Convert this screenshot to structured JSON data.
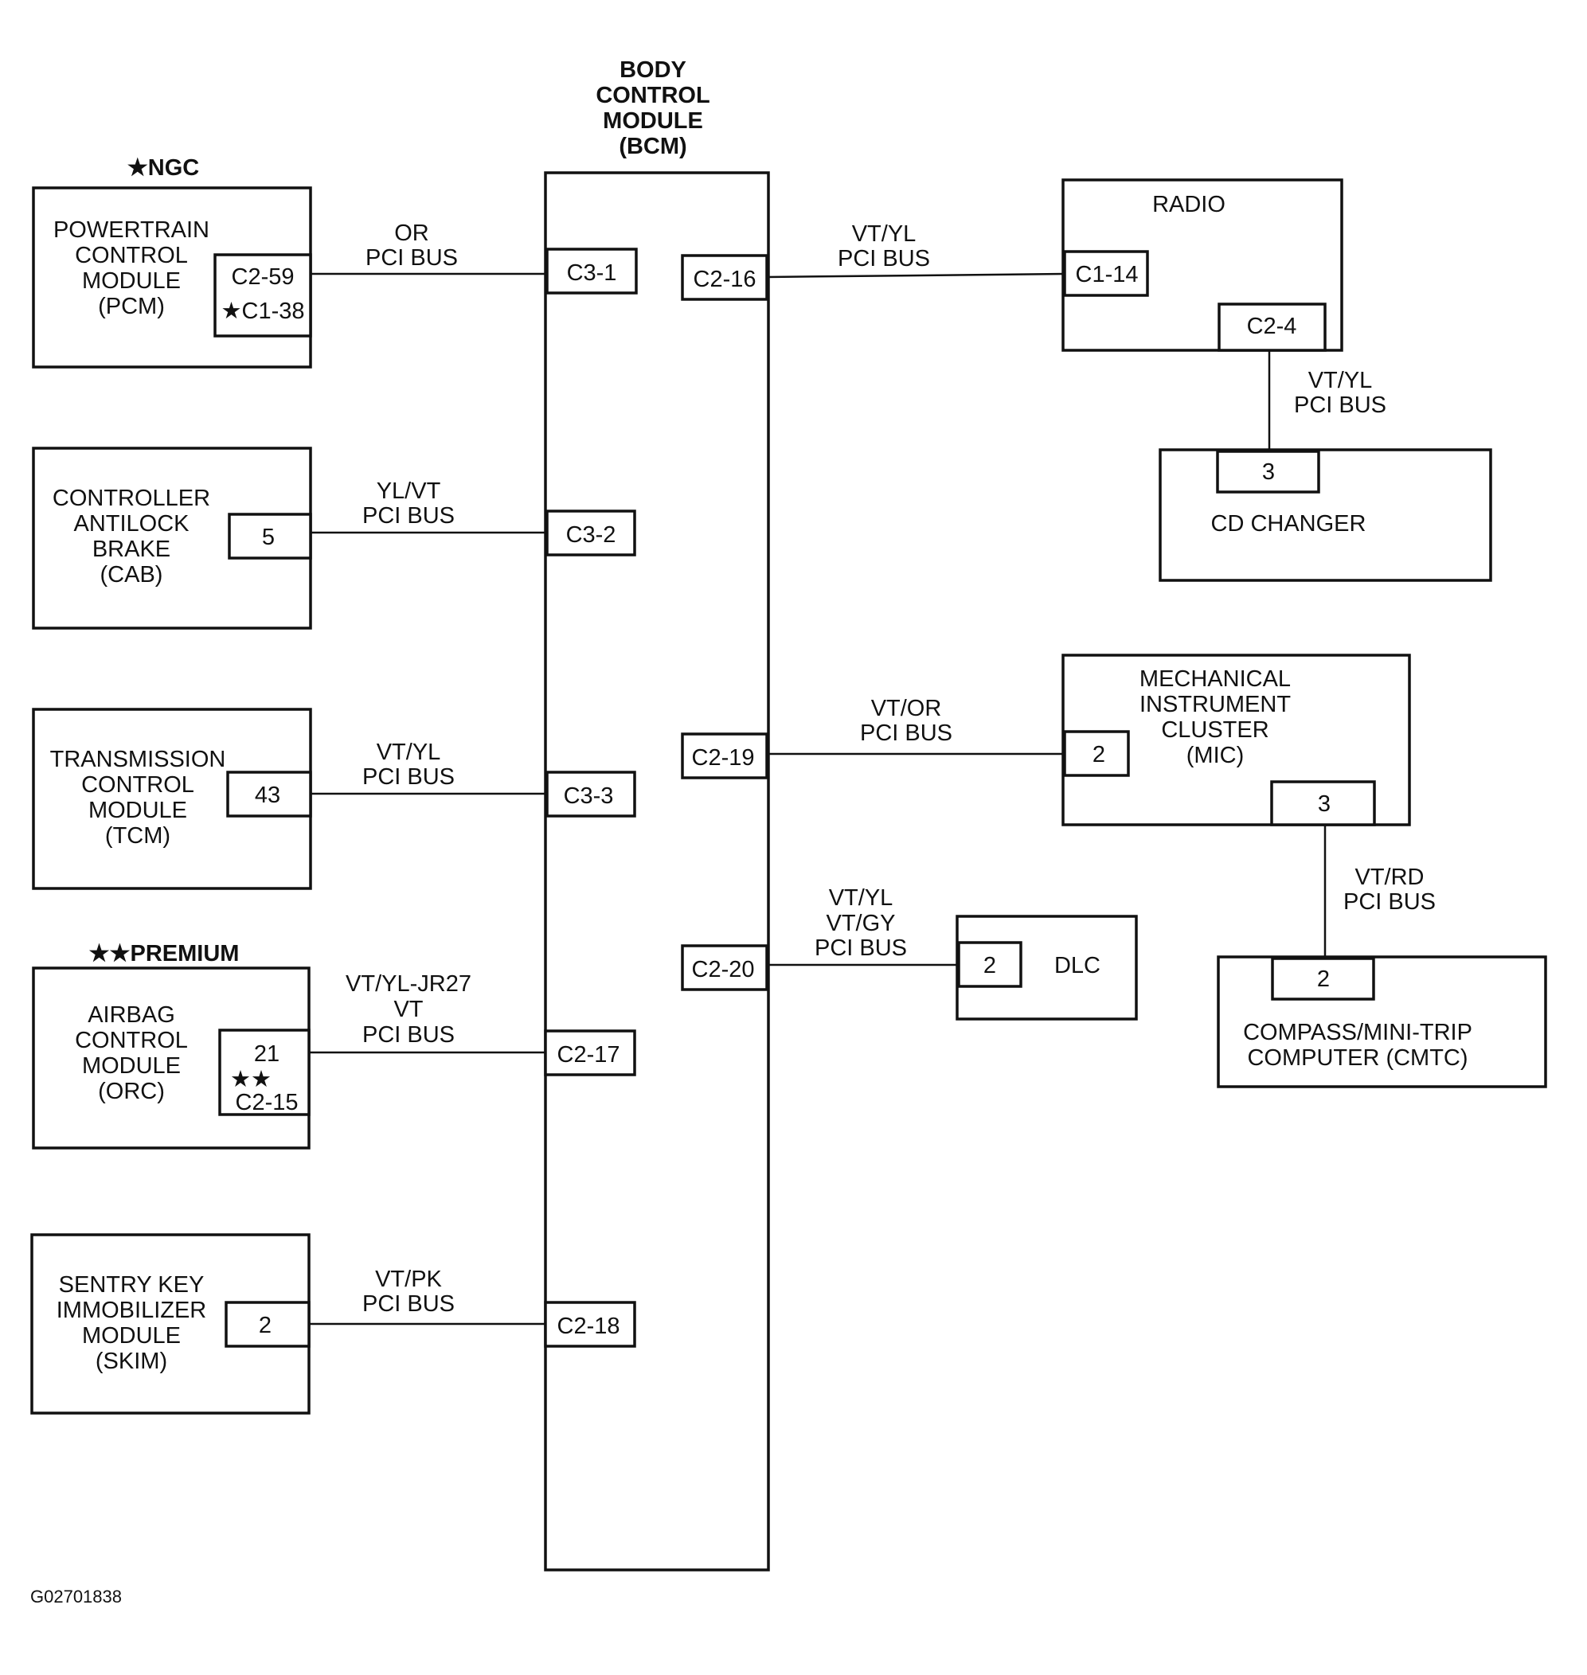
{
  "bcm": {
    "title": [
      "BODY",
      "CONTROL",
      "MODULE",
      "(BCM)"
    ]
  },
  "notes": {
    "ngc": "★NGC",
    "premium": "★★PREMIUM"
  },
  "figure_id": "G02701838",
  "modules": {
    "pcm": {
      "label": [
        "POWERTRAIN",
        "CONTROL",
        "MODULE",
        "(PCM)"
      ],
      "pins": [
        "C2-59",
        "★C1-38"
      ]
    },
    "cab": {
      "label": [
        "CONTROLLER",
        "ANTILOCK",
        "BRAKE",
        "(CAB)"
      ],
      "pin": "5"
    },
    "tcm": {
      "label": [
        "TRANSMISSION",
        "CONTROL",
        "MODULE",
        "(TCM)"
      ],
      "pin": "43"
    },
    "orc": {
      "label": [
        "AIRBAG",
        "CONTROL",
        "MODULE",
        "(ORC)"
      ],
      "pins": [
        "21",
        "★★",
        "C2-15"
      ]
    },
    "skim": {
      "label": [
        "SENTRY KEY",
        "IMMOBILIZER",
        "MODULE",
        "(SKIM)"
      ],
      "pin": "2"
    },
    "radio": {
      "label": "RADIO",
      "pins": [
        "C1-14",
        "C2-4"
      ]
    },
    "cd": {
      "label": "CD CHANGER",
      "pin": "3"
    },
    "mic": {
      "label": [
        "MECHANICAL",
        "INSTRUMENT",
        "CLUSTER",
        "(MIC)"
      ],
      "pins": [
        "2",
        "3"
      ]
    },
    "dlc": {
      "label": "DLC",
      "pin": "2"
    },
    "cmtc": {
      "label": [
        "COMPASS/MINI-TRIP",
        "COMPUTER (CMTC)"
      ],
      "pin": "2"
    }
  },
  "bcm_pins": {
    "left": [
      "C3-1",
      "C3-2",
      "C3-3",
      "C2-17",
      "C2-18"
    ],
    "right": [
      "C2-16",
      "C2-19",
      "C2-20"
    ]
  },
  "wires": {
    "pcm": [
      "OR",
      "PCI BUS"
    ],
    "cab": [
      "YL/VT",
      "PCI BUS"
    ],
    "tcm": [
      "VT/YL",
      "PCI BUS"
    ],
    "orc": [
      "VT/YL-JR27",
      "VT",
      "PCI BUS"
    ],
    "skim": [
      "VT/PK",
      "PCI BUS"
    ],
    "radio": [
      "VT/YL",
      "PCI BUS"
    ],
    "cd": [
      "VT/YL",
      "PCI BUS"
    ],
    "mic": [
      "VT/OR",
      "PCI BUS"
    ],
    "dlc": [
      "VT/YL",
      "VT/GY",
      "PCI BUS"
    ],
    "cmtc": [
      "VT/RD",
      "PCI BUS"
    ]
  }
}
